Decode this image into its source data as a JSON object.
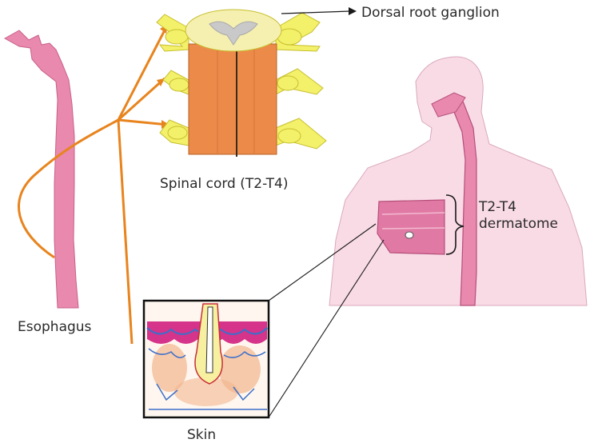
{
  "labels": {
    "dorsal_root_ganglion": "Dorsal root ganglion",
    "spinal_cord": "Spinal cord (T2-T4)",
    "esophagus": "Esophagus",
    "skin": "Skin",
    "dermatome_line1": "T2-T4",
    "dermatome_line2": "dermatome"
  },
  "colors": {
    "esophagus": "#e889ad",
    "body": "#f9dbe6",
    "spinal_cord": "#ec8a4a",
    "ganglion": "#f3f06a",
    "ganglion_center": "#f5f0b0",
    "grey_matter": "#c9c9c9",
    "nerve": "#e8841e",
    "skin_epidermis": "#d6338a",
    "skin_dermis": "#f2b58e",
    "vessel": "#3b6fc9"
  }
}
